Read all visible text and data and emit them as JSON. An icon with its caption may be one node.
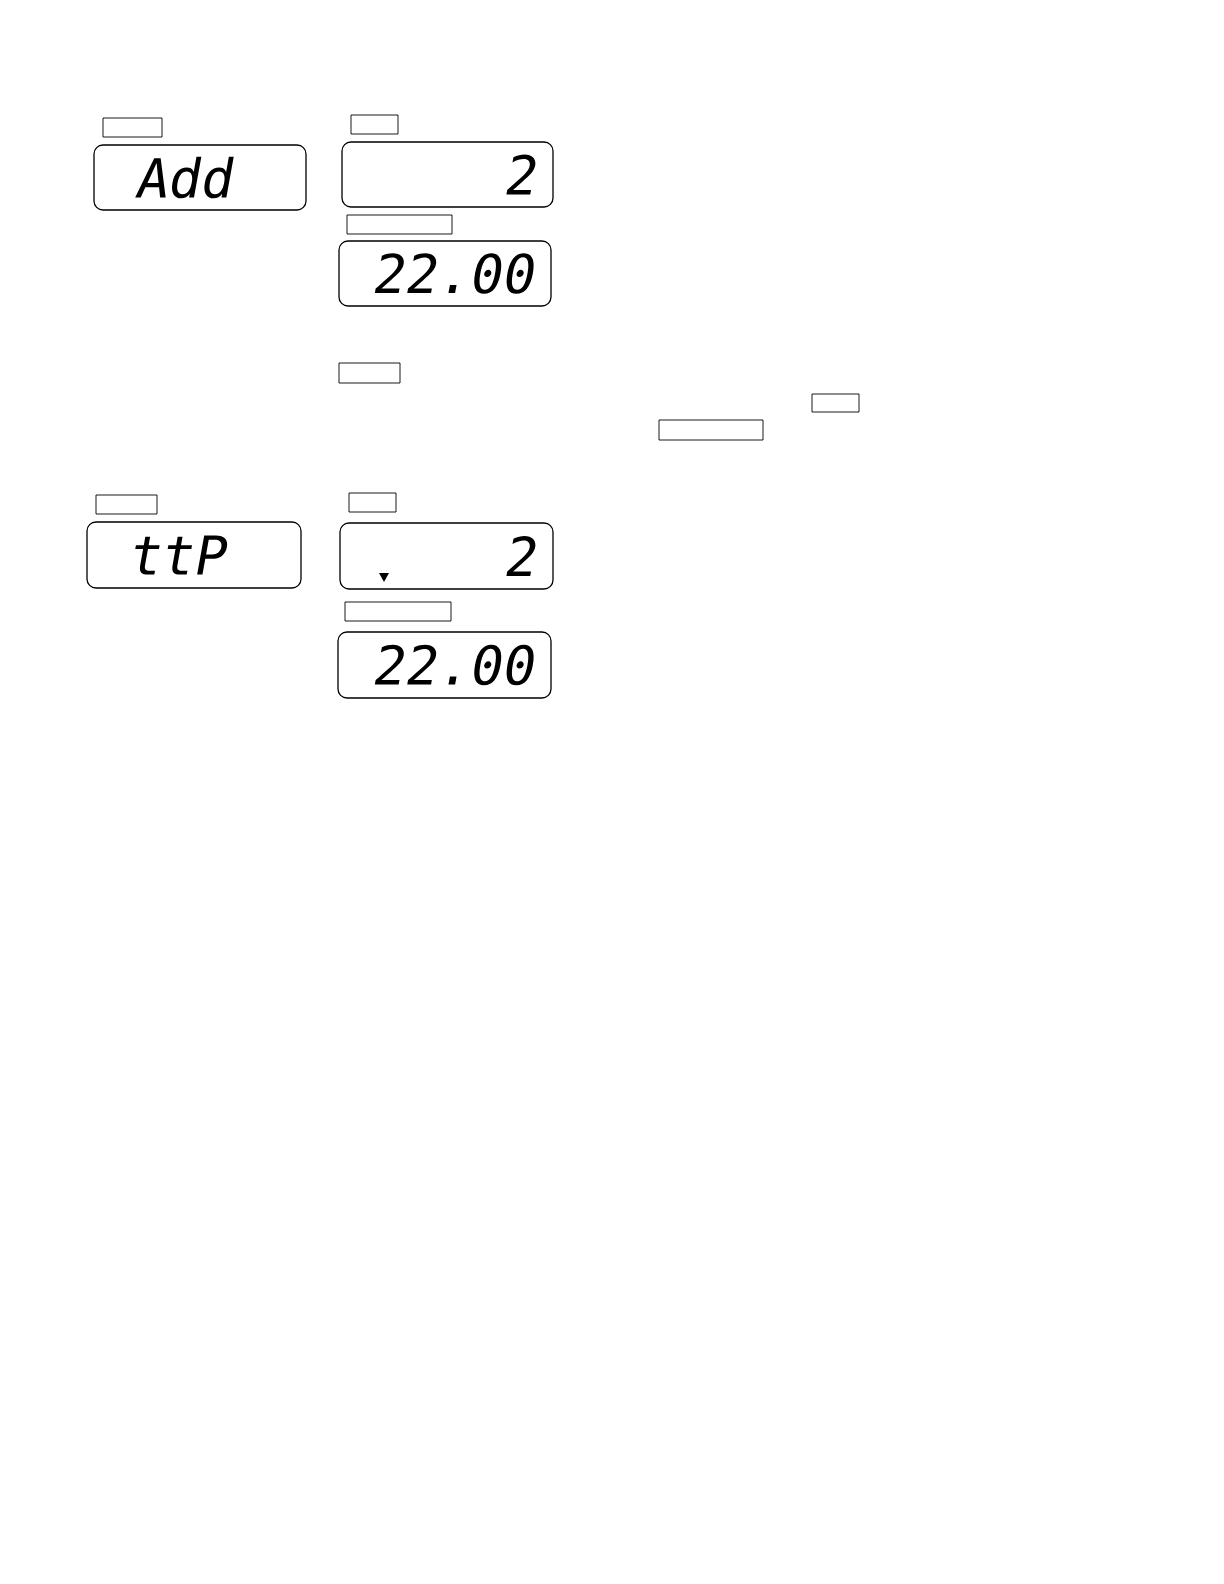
{
  "diagram": {
    "nodes": [
      {
        "text": [],
        "shape": "box"
      },
      {
        "text": [],
        "shape": "box"
      },
      {
        "text": [
          "Add"
        ]
      },
      {
        "text": [
          "2"
        ]
      },
      {
        "text": [],
        "shape": "box"
      },
      {
        "text": [
          "22.00"
        ]
      },
      {
        "text": [],
        "shape": "box"
      },
      {
        "text": [],
        "shape": "box"
      },
      {
        "text": [],
        "shape": "box"
      },
      {
        "text": [],
        "shape": "box"
      },
      {
        "text": [],
        "shape": "box"
      },
      {
        "text": [
          "ttP"
        ]
      },
      {
        "text": [
          "2"
        ]
      },
      {
        "text": [],
        "shape": "box"
      },
      {
        "text": [
          "22.00"
        ]
      }
    ]
  }
}
